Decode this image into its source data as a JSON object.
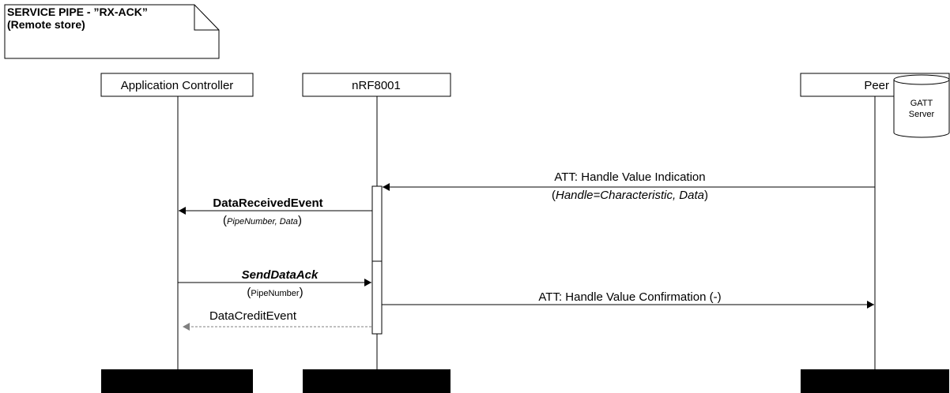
{
  "note": {
    "line1": "SERVICE PIPE - ”RX-ACK”",
    "line2": "(Remote store)"
  },
  "lifelines": [
    {
      "id": "app",
      "label": "Application Controller"
    },
    {
      "id": "nrf",
      "label": "nRF8001"
    },
    {
      "id": "peer",
      "label": "Peer"
    }
  ],
  "database": {
    "line1": "GATT",
    "line2": "Server"
  },
  "messages": {
    "indication": {
      "label": "ATT: Handle Value Indication",
      "params": {
        "open": "(",
        "p1": "Handle=Characteristic, Data",
        "close": ")"
      }
    },
    "data_received": {
      "label": "DataReceivedEvent",
      "params": {
        "open": "(",
        "p1": "PipeNumber, Data",
        "close": ")"
      }
    },
    "send_data_ack": {
      "label": "SendDataAck",
      "params": {
        "open": "(",
        "p1": "PipeNumber",
        "close": ")"
      }
    },
    "confirmation": {
      "label": "ATT: Handle Value Confirmation (-)"
    },
    "data_credit": {
      "label": "DataCreditEvent"
    }
  },
  "colors": {
    "line": "#000000",
    "dashed_return": "#808080",
    "footer_block": "#000000"
  }
}
